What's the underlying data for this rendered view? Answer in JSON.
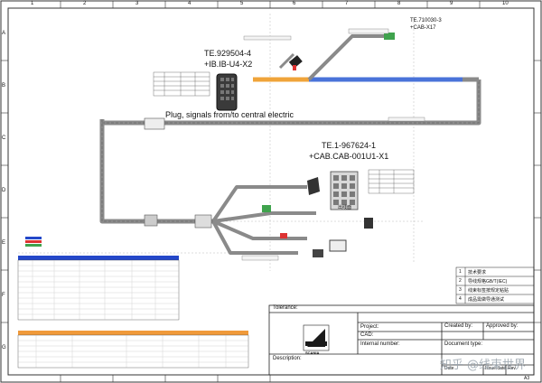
{
  "frame": {
    "col_labels": [
      "1",
      "2",
      "3",
      "4",
      "5",
      "6",
      "7",
      "8",
      "9",
      "10"
    ],
    "row_labels": [
      "A",
      "B",
      "C",
      "D",
      "E",
      "F",
      "G"
    ]
  },
  "callouts": {
    "x2_part": "TE.929504-4",
    "x2_ref": "+IB.IB-U4-X2",
    "x1_part": "TE.1-967624-1",
    "x1_ref": "+CAB.CAB-001U1-X1",
    "x17_part": "TE.710030-3",
    "x17_ref": "+CAB-X17",
    "plug_note": "Plug, signals from/to central electric",
    "x1_chinese": "出线面"
  },
  "title_block": {
    "tolerance_label": "Tolerance:",
    "project_label": "Project:",
    "cad_label": "CAD:",
    "internal_number_label": "Internal number:",
    "created_by_label": "Created by:",
    "approved_by_label": "Approved by:",
    "document_type_label": "Document type:",
    "description_label": "Description:",
    "date_label": "Date",
    "sheet_label": "Issue date",
    "rev_label": "Rev",
    "sheet_number": "A3",
    "logo_text": "SCANIA"
  },
  "revision_table": {
    "rows": [
      {
        "num": "1",
        "text": "技术要求"
      },
      {
        "num": "2",
        "text": "导线规格GB/T(IEC)"
      },
      {
        "num": "3",
        "text": "线束标签按规定粘贴"
      },
      {
        "num": "4",
        "text": "成品需做导通测试"
      }
    ]
  },
  "watermark": "知乎 @线束世界",
  "colors": {
    "harness_gray": "#8a8a8a",
    "branch_blue": "#4a73d9",
    "branch_orange": "#f0a43a",
    "table_blue": "#2447c9",
    "table_orange": "#f09a3a",
    "frame": "#333333"
  }
}
